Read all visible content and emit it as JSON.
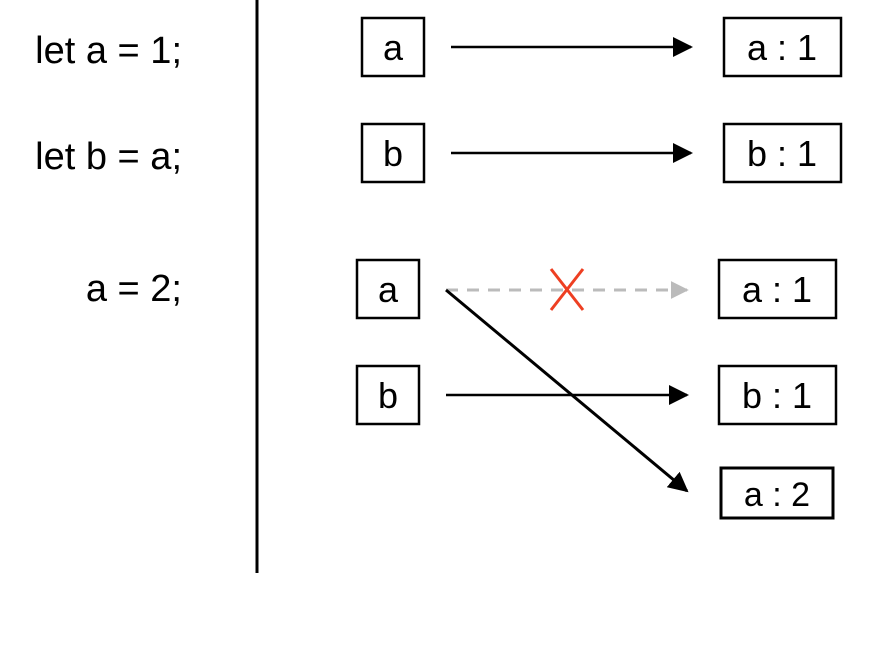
{
  "code_lines": [
    "let a = 1;",
    "let b = a;",
    "a = 2;"
  ],
  "steps": [
    {
      "variables": [
        {
          "name": "a",
          "target": "a : 1"
        }
      ]
    },
    {
      "variables": [
        {
          "name": "b",
          "target": "b : 1"
        }
      ]
    },
    {
      "variables": [
        {
          "name": "a",
          "old_target": "a : 1",
          "new_target": "a : 2"
        },
        {
          "name": "b",
          "target": "b : 1"
        }
      ]
    }
  ],
  "colors": {
    "line": "#000000",
    "broken_link": "#bbbbbb",
    "cross": "#ee3f22"
  }
}
